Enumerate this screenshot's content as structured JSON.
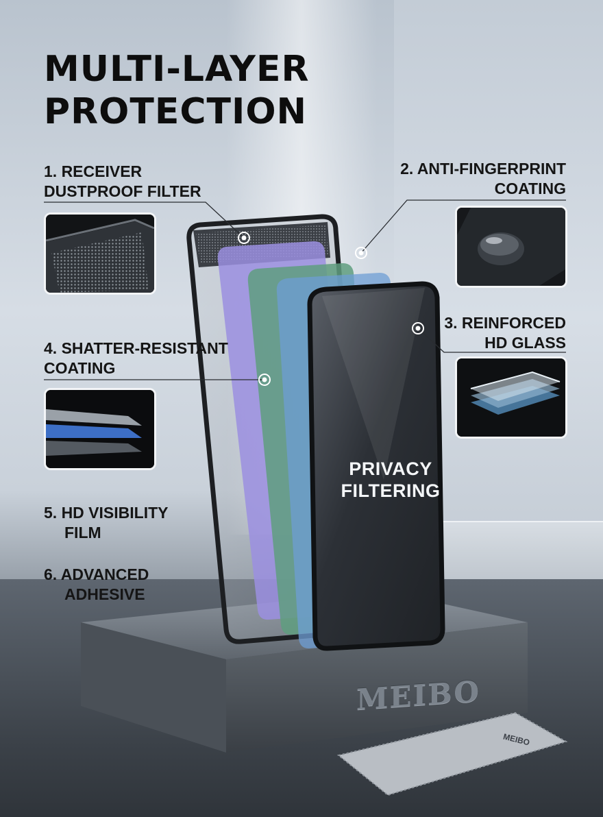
{
  "title": {
    "line1": "MULTI-LAYER",
    "line2": "PROTECTION"
  },
  "features": [
    {
      "line1": "1. RECEIVER",
      "line2": "DUSTPROOF FILTER"
    },
    {
      "line1": "2. ANTI-FINGERPRINT",
      "line2": "COATING"
    },
    {
      "line1": "3. REINFORCED",
      "line2": "HD GLASS"
    },
    {
      "line1": "4. SHATTER-RESISTANT",
      "line2": "COATING"
    },
    {
      "line1": "5. HD VISIBILITY",
      "line2": "FILM"
    },
    {
      "line1": "6. ADVANCED",
      "line2": "ADHESIVE"
    }
  ],
  "privacy": {
    "line1": "PRIVACY",
    "line2": "FILTERING"
  },
  "brand": "MEIBO",
  "cloth_brand": "MEIBO",
  "icons": [
    "mesh-filter-icon",
    "water-droplet-icon",
    "glass-layers-icon",
    "shatter-layers-icon"
  ],
  "colors": {
    "purple_layer": "#8e7fd6",
    "green_layer": "#5d9a7e",
    "blue_layer": "#5d8fc9",
    "privacy_layer": "#2e3238"
  }
}
